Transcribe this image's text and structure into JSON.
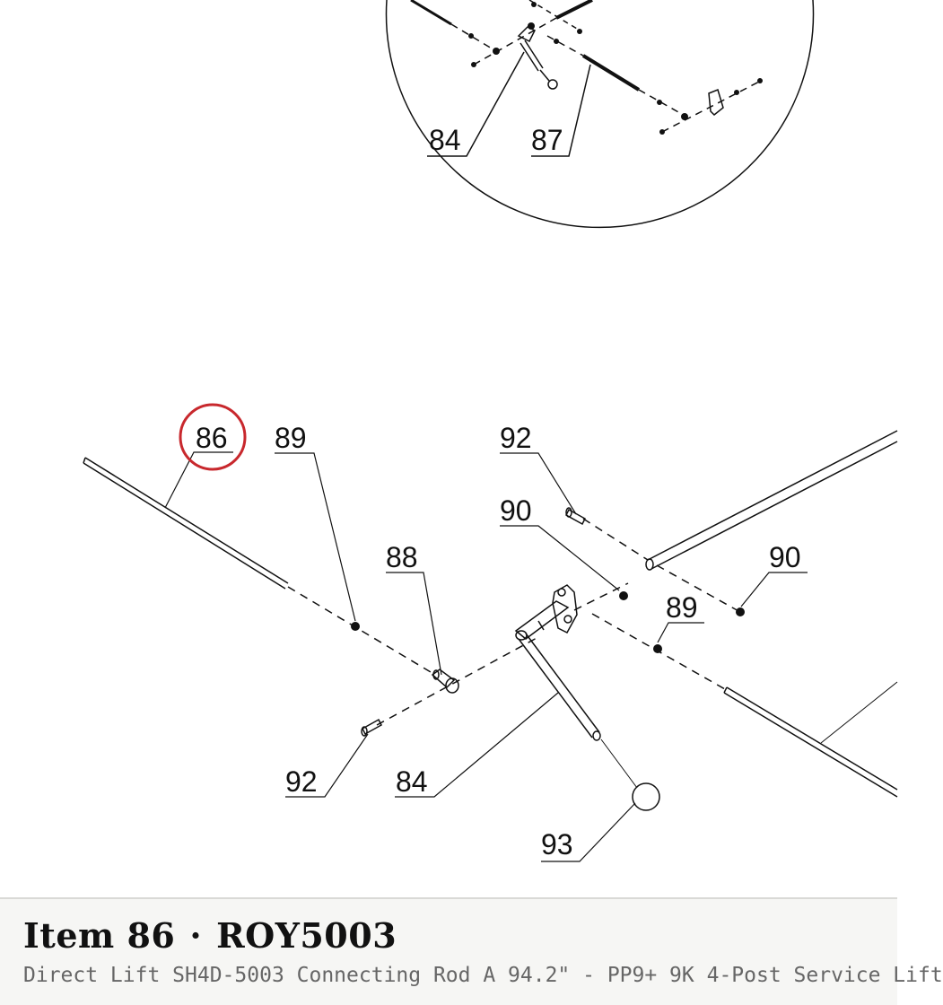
{
  "callouts": {
    "inset_84": "84",
    "inset_87": "87",
    "c86": "86",
    "c89_left": "89",
    "c92_top": "92",
    "c90_left": "90",
    "c88": "88",
    "c90_right": "90",
    "c89_right": "89",
    "c92_bottom": "92",
    "c84": "84",
    "c93": "93"
  },
  "highlighted_callout": "86",
  "colors": {
    "highlight": "#c8282d",
    "ink": "#111111",
    "panel_bg": "#f6f6f4"
  },
  "item": {
    "label": "Item 86",
    "separator": "·",
    "part_number": "ROY5003",
    "description": "Direct Lift SH4D-5003 Connecting Rod A 94.2\" - PP9+ 9K 4-Post Service Lift"
  }
}
